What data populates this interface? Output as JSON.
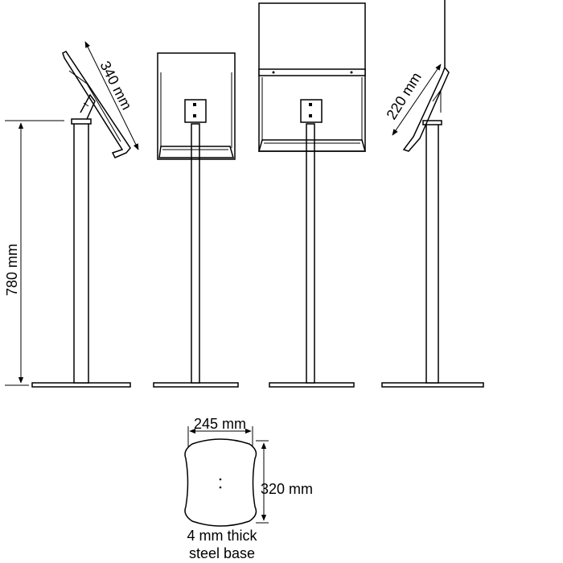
{
  "diagram": {
    "dimensions": {
      "tilt_depth": "340 mm",
      "height": "780 mm",
      "tilt_depth_small": "220 mm",
      "base_width": "245 mm",
      "base_depth": "320 mm"
    },
    "base_note": {
      "line1": "4 mm thick",
      "line2": "steel base"
    }
  }
}
